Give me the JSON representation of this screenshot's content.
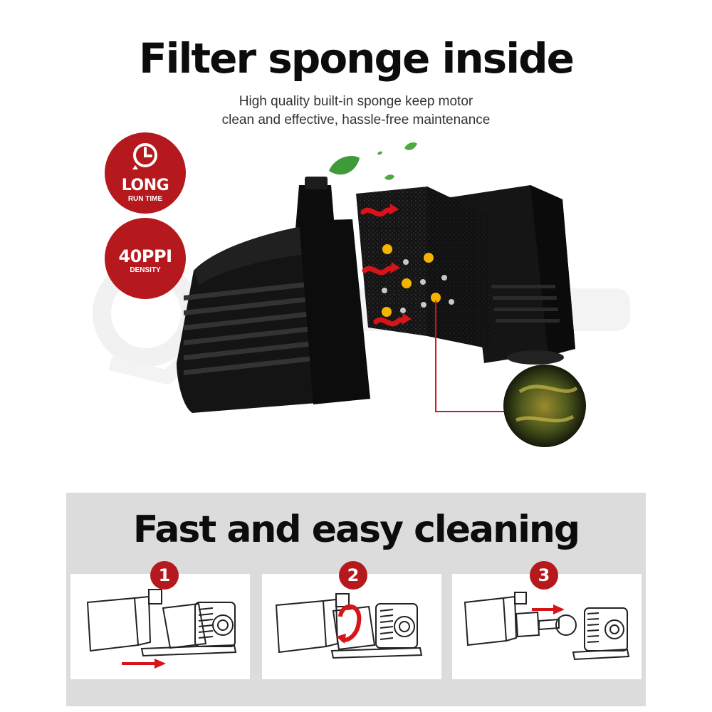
{
  "header": {
    "title": "Filter sponge inside",
    "subtitle_line1": "High quality built-in sponge keep motor",
    "subtitle_line2": "clean and effective, hassle-free maintenance"
  },
  "badges": {
    "long": {
      "big": "LONG",
      "small": "RUN TIME",
      "icon": "clock-icon"
    },
    "ppi": {
      "big": "40PPI",
      "small": "DENSITY"
    }
  },
  "colors": {
    "accent": "#b5181d",
    "panel": "#dcdcdc",
    "dot_yellow": "#f5b400",
    "dot_grey": "#c8c8c8"
  },
  "cleaning": {
    "title": "Fast and easy cleaning",
    "steps": [
      {
        "number": "1"
      },
      {
        "number": "2"
      },
      {
        "number": "3"
      }
    ]
  }
}
